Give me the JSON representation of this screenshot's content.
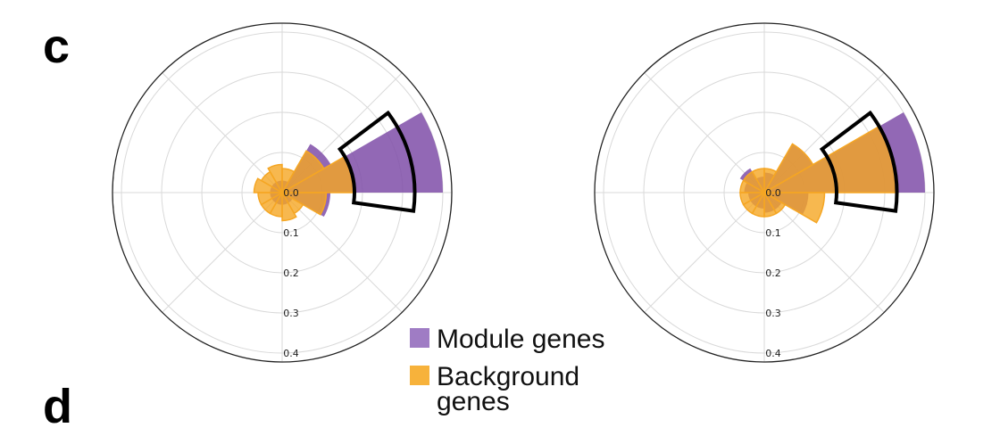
{
  "panel_labels": [
    "c",
    "d"
  ],
  "legend": [
    {
      "label": "Module genes",
      "color": "#9f7cc4"
    },
    {
      "label": "Background genes",
      "line1": "Background",
      "line2": "genes",
      "color": "#f7b23b"
    }
  ],
  "colors": {
    "module": "#7f4ea8",
    "background": "#f5a623",
    "highlight": "#000000",
    "grid": "#d9d9d9"
  },
  "chart_data": [
    {
      "type": "polar-bar",
      "bin_width_deg": 30,
      "bin_centers_deg": [
        15,
        45,
        75,
        105,
        135,
        165,
        195,
        225,
        255,
        285,
        315,
        345
      ],
      "radial_ticks": [
        "0.0",
        "0.1",
        "0.2",
        "0.3",
        "0.4"
      ],
      "rlim": [
        0,
        0.42
      ],
      "series": [
        {
          "name": "Module genes",
          "values": [
            0.4,
            0.14,
            0.03,
            0.03,
            0.03,
            0.03,
            0.03,
            0.03,
            0.03,
            0.03,
            0.03,
            0.12
          ]
        },
        {
          "name": "Background genes",
          "values": [
            0.18,
            0.12,
            0.06,
            0.07,
            0.06,
            0.07,
            0.06,
            0.06,
            0.06,
            0.07,
            0.06,
            0.11
          ]
        }
      ],
      "highlight": {
        "theta_deg": [
          -8,
          37
        ],
        "r": [
          0.18,
          0.33
        ]
      }
    },
    {
      "type": "polar-bar",
      "bin_width_deg": 30,
      "bin_centers_deg": [
        15,
        45,
        75,
        105,
        135,
        165,
        195,
        225,
        255,
        285,
        315,
        345
      ],
      "radial_ticks": [
        "0.0",
        "0.1",
        "0.2",
        "0.3",
        "0.4"
      ],
      "rlim": [
        0,
        0.42
      ],
      "series": [
        {
          "name": "Module genes",
          "values": [
            0.4,
            0.14,
            0.05,
            0.04,
            0.07,
            0.05,
            0.04,
            0.04,
            0.04,
            0.05,
            0.05,
            0.11
          ]
        },
        {
          "name": "Background genes",
          "values": [
            0.33,
            0.14,
            0.06,
            0.06,
            0.06,
            0.06,
            0.06,
            0.06,
            0.06,
            0.06,
            0.06,
            0.15
          ]
        }
      ],
      "highlight": {
        "theta_deg": [
          -8,
          37
        ],
        "r": [
          0.18,
          0.33
        ]
      }
    }
  ]
}
